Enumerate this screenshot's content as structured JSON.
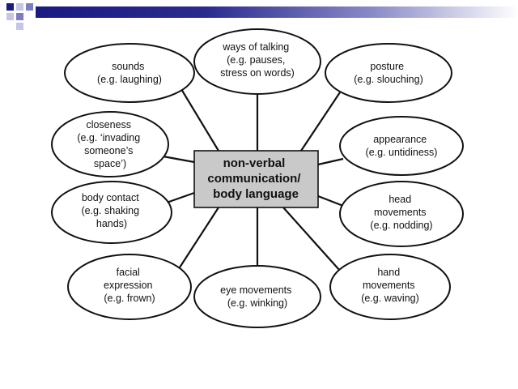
{
  "header": {
    "bar_color": "#1a1a80",
    "square_colors": [
      "#1a1a80",
      "#7d7dbf",
      "#c5c5e6"
    ]
  },
  "center": {
    "lines": [
      "non-verbal",
      "communication/",
      "body language"
    ]
  },
  "nodes": [
    {
      "id": "sounds",
      "lines": [
        "sounds",
        "(e.g. laughing)"
      ]
    },
    {
      "id": "ways-of-talking",
      "lines": [
        "ways of talking",
        "(e.g. pauses,",
        "stress on words)"
      ]
    },
    {
      "id": "posture",
      "lines": [
        "posture",
        "(e.g. slouching)"
      ]
    },
    {
      "id": "closeness",
      "lines": [
        "closeness",
        "(e.g. ‘invading",
        "someone’s",
        "space’)"
      ]
    },
    {
      "id": "appearance",
      "lines": [
        "appearance",
        "(e.g. untidiness)"
      ]
    },
    {
      "id": "body-contact",
      "lines": [
        "body contact",
        "(e.g. shaking",
        "hands)"
      ]
    },
    {
      "id": "head-movements",
      "lines": [
        "head",
        "movements",
        "(e.g. nodding)"
      ]
    },
    {
      "id": "facial-expression",
      "lines": [
        "facial",
        "expression",
        "(e.g. frown)"
      ]
    },
    {
      "id": "eye-movements",
      "lines": [
        "eye movements",
        "(e.g. winking)"
      ]
    },
    {
      "id": "hand-movements",
      "lines": [
        "hand",
        "movements",
        "(e.g. waving)"
      ]
    }
  ]
}
